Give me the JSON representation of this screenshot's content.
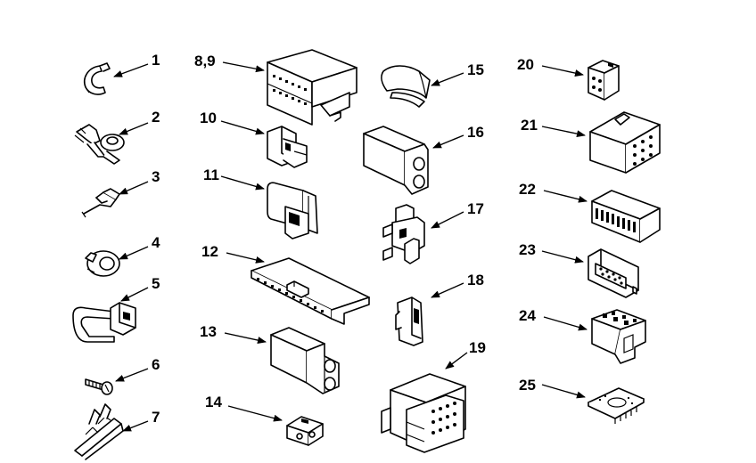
{
  "diagram": {
    "parts": [
      {
        "id": "1",
        "label": "1"
      },
      {
        "id": "2",
        "label": "2"
      },
      {
        "id": "3",
        "label": "3"
      },
      {
        "id": "4",
        "label": "4"
      },
      {
        "id": "5",
        "label": "5"
      },
      {
        "id": "6",
        "label": "6"
      },
      {
        "id": "7",
        "label": "7"
      },
      {
        "id": "8_9",
        "label": "8,9"
      },
      {
        "id": "10",
        "label": "10"
      },
      {
        "id": "11",
        "label": "11"
      },
      {
        "id": "12",
        "label": "12"
      },
      {
        "id": "13",
        "label": "13"
      },
      {
        "id": "14",
        "label": "14"
      },
      {
        "id": "15",
        "label": "15"
      },
      {
        "id": "16",
        "label": "16"
      },
      {
        "id": "17",
        "label": "17"
      },
      {
        "id": "18",
        "label": "18"
      },
      {
        "id": "19",
        "label": "19"
      },
      {
        "id": "20",
        "label": "20"
      },
      {
        "id": "21",
        "label": "21"
      },
      {
        "id": "22",
        "label": "22"
      },
      {
        "id": "23",
        "label": "23"
      },
      {
        "id": "24",
        "label": "24"
      },
      {
        "id": "25",
        "label": "25"
      }
    ]
  }
}
